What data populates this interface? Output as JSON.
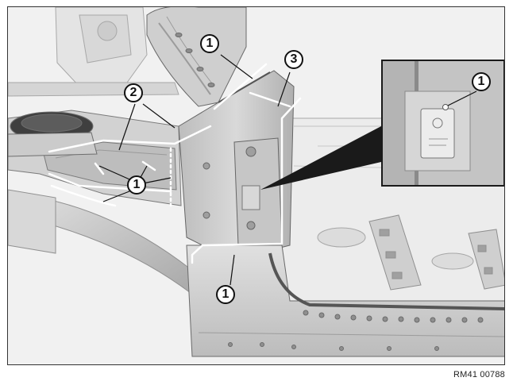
{
  "figure": {
    "reference_code": "RM41 00788"
  },
  "callouts": [
    {
      "id": "c1-top",
      "label": "1"
    },
    {
      "id": "c2",
      "label": "2"
    },
    {
      "id": "c3",
      "label": "3"
    },
    {
      "id": "c1-mid",
      "label": "1"
    },
    {
      "id": "c1-bottom",
      "label": "1"
    },
    {
      "id": "c1-inset",
      "label": "1"
    }
  ],
  "colors": {
    "panel_light": "#e6e6e6",
    "panel_mid": "#c9c9c9",
    "panel_dark": "#9a9a9a",
    "outline": "#6f6f6f",
    "cut_line": "#ffffff",
    "callout_border": "#111111"
  }
}
